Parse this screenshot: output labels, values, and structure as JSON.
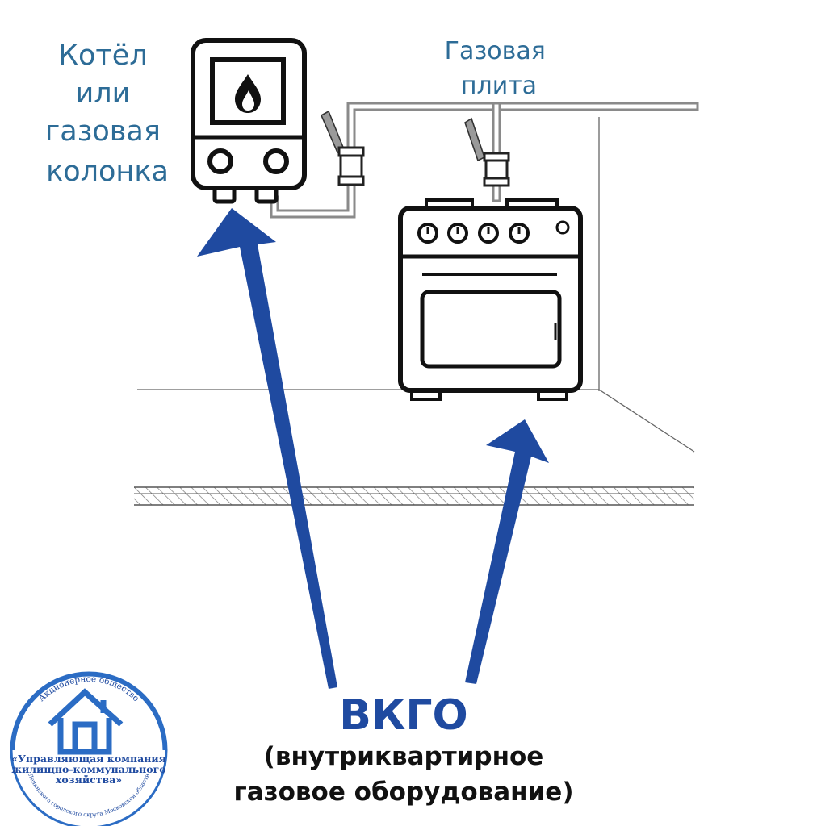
{
  "labels": {
    "boiler": [
      "Котёл",
      "или",
      "газовая",
      "колонка"
    ],
    "stove": [
      "Газовая",
      "плита"
    ]
  },
  "caption": {
    "abbr": "ВКГО",
    "line1": "(внутриквартирное",
    "line2": "газовое оборудование)"
  },
  "logo": {
    "top_arc": "Акционерное общество",
    "line1": "«Управляющая компания",
    "line2": "жилищно-коммунального",
    "line3": "хозяйства»",
    "bottom_arc": "Ленинского городского округа Московской области"
  },
  "colors": {
    "label_blue": "#2d6c97",
    "arrow_blue": "#1f4aa0",
    "line_dark": "#111111",
    "pipe_gray": "#8a8a8a"
  }
}
